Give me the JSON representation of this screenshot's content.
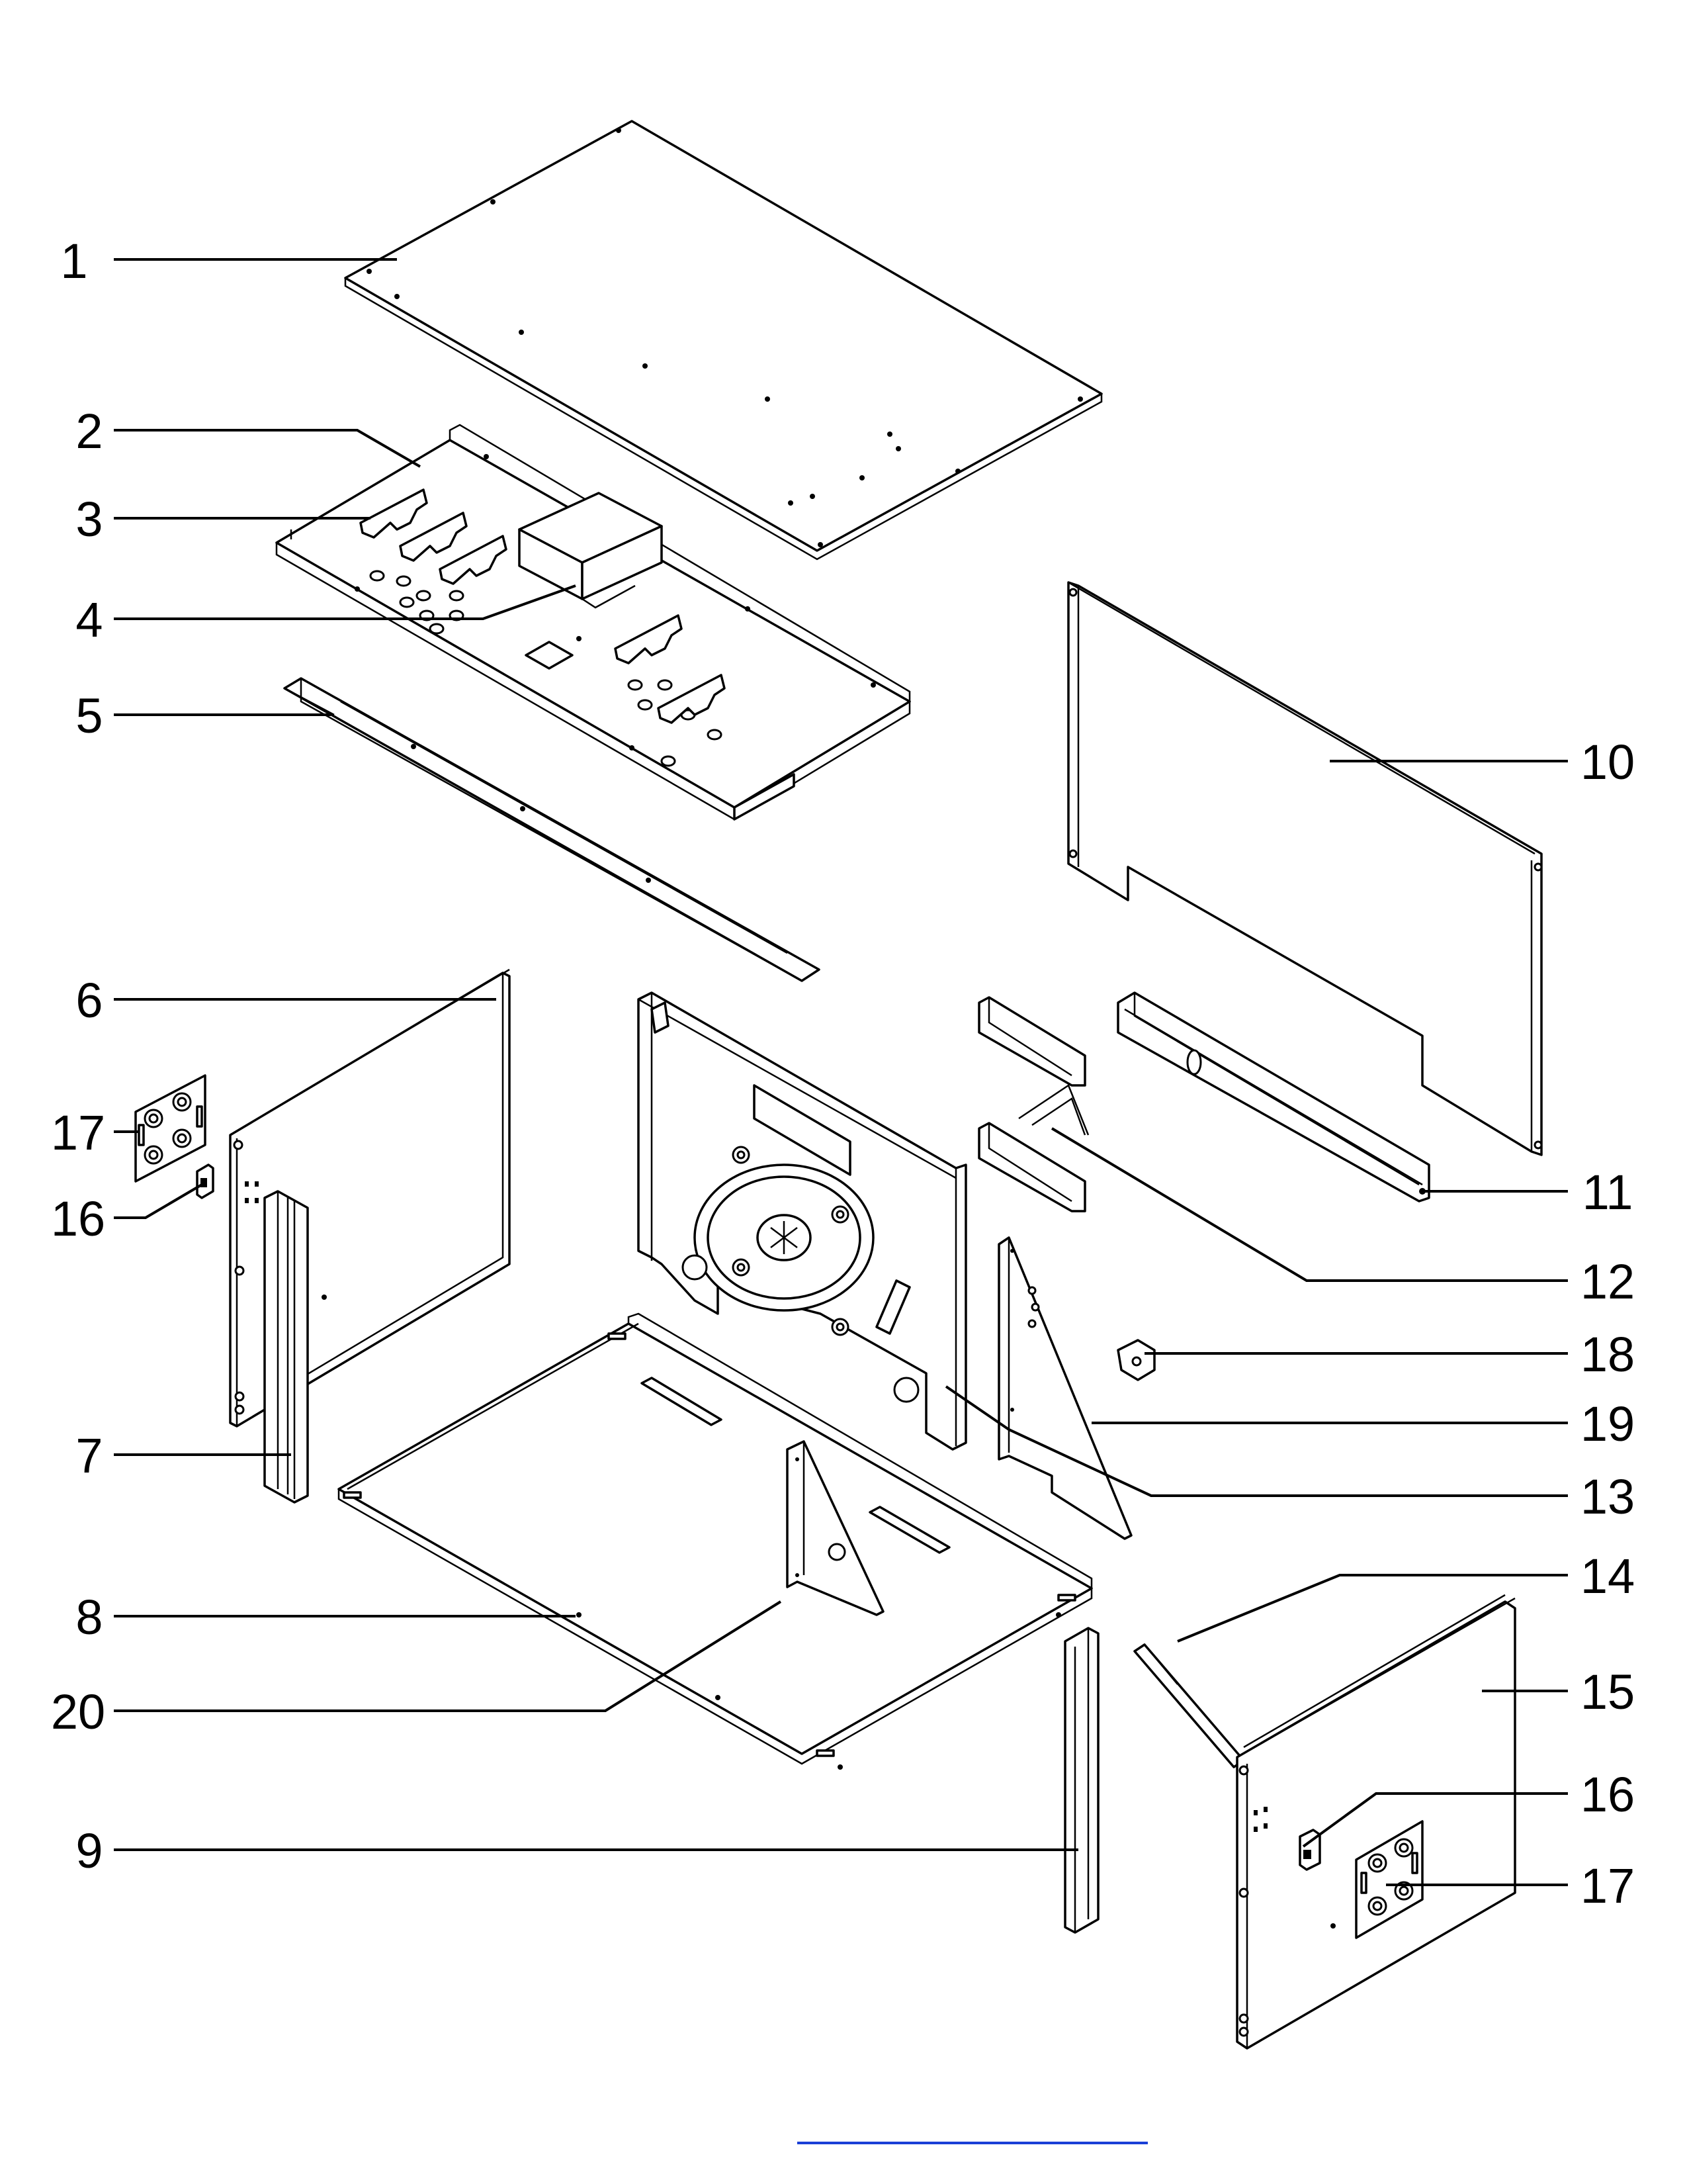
{
  "callouts": [
    {
      "id": "1",
      "label": "1"
    },
    {
      "id": "2",
      "label": "2"
    },
    {
      "id": "3",
      "label": "3"
    },
    {
      "id": "4",
      "label": "4"
    },
    {
      "id": "5",
      "label": "5"
    },
    {
      "id": "6",
      "label": "6"
    },
    {
      "id": "17a",
      "label": "17"
    },
    {
      "id": "16a",
      "label": "16"
    },
    {
      "id": "7",
      "label": "7"
    },
    {
      "id": "8",
      "label": "8"
    },
    {
      "id": "20",
      "label": "20"
    },
    {
      "id": "9",
      "label": "9"
    },
    {
      "id": "10",
      "label": "10"
    },
    {
      "id": "11",
      "label": "11"
    },
    {
      "id": "12",
      "label": "12"
    },
    {
      "id": "18",
      "label": "18"
    },
    {
      "id": "19",
      "label": "19"
    },
    {
      "id": "13",
      "label": "13"
    },
    {
      "id": "14",
      "label": "14"
    },
    {
      "id": "15",
      "label": "15"
    },
    {
      "id": "16b",
      "label": "16"
    },
    {
      "id": "17b",
      "label": "17"
    }
  ],
  "footer": {
    "link_color": "#1a3fd6"
  }
}
